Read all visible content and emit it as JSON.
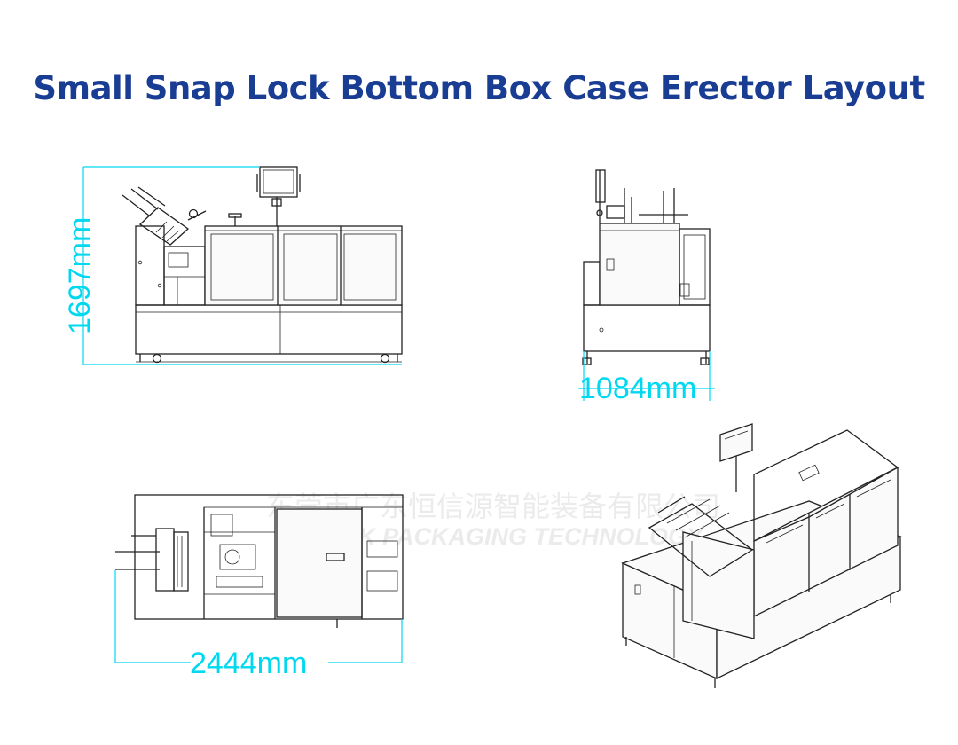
{
  "title": "Small Snap Lock Bottom Box Case Erector Layout",
  "dimensions": {
    "height": "1697mm",
    "depth": "1084mm",
    "length": "2444mm"
  },
  "watermark": {
    "cn": "东莞市广东恒信源智能装备有限公司",
    "en": "Y-LOCK PACKAGING TECHNOLOGY"
  },
  "colors": {
    "title": "#1a3d94",
    "dimension": "#00d8f0",
    "watermark": "#c8c8c8",
    "line": "#222222"
  }
}
